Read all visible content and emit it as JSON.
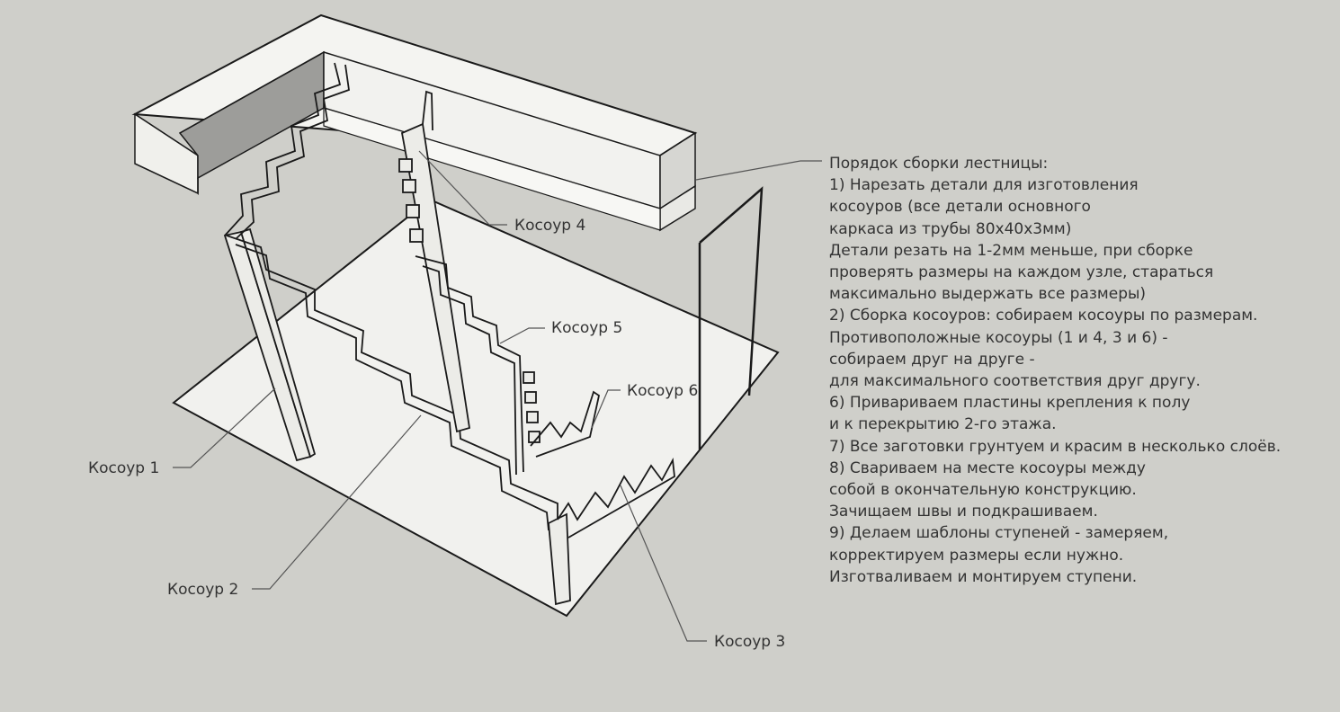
{
  "labels": {
    "k1": "Косоур 1",
    "k2": "Косоур 2",
    "k3": "Косоур 3",
    "k4": "Косоур 4",
    "k5": "Косоур 5",
    "k6": "Косоур 6"
  },
  "notes": [
    "Порядок сборки лестницы:",
    "1) Нарезать детали для изготовления",
    "косоуров (все детали основного",
    "каркаса из трубы 80х40х3мм)",
    "Детали резать на 1-2мм меньше, при сборке",
    "проверять размеры на каждом узле, стараться",
    "максимально выдержать все размеры)",
    "2) Сборка косоуров: собираем косоуры по размерам.",
    "Противоположные косоуры (1 и 4, 3 и 6) -",
    "собираем друг на друге -",
    "для максимального соответствия друг другу.",
    "6) Привариваем пластины крепления к полу",
    "и к перекрытию 2-го этажа.",
    "7) Все заготовки грунтуем и красим в несколько слоёв.",
    "8) Свариваем на месте косоуры между",
    "собой в окончательную конструкцию.",
    "Зачищаем швы и подкрашиваем.",
    "9) Делаем шаблоны ступеней - замеряем,",
    "корректируем размеры если нужно.",
    "Изготваливаем и монтируем ступени."
  ]
}
